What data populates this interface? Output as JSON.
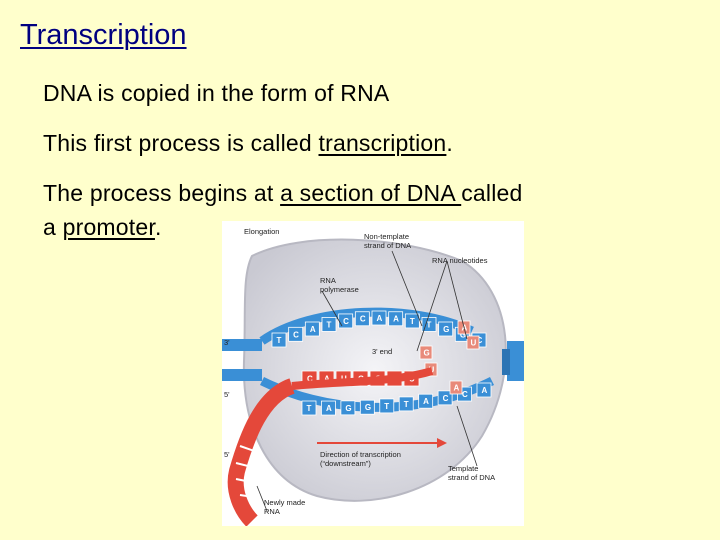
{
  "slide": {
    "title": "Transcription",
    "line1": "DNA is copied in the form of RNA",
    "line2_pre": "This first process is called ",
    "line2_u": "transcription",
    "line2_post": ".",
    "line3_pre": "The process begins at ",
    "line3_u": "a section of DNA ",
    "line3_post": "called",
    "line4_pre": "a ",
    "line4_u": "promoter",
    "line4_post": "."
  },
  "figure": {
    "heading": "Elongation",
    "non_template_1": "Non-template",
    "non_template_2": "strand of DNA",
    "rna_nucleotides": "RNA nucleotides",
    "rna_polymerase_1": "RNA",
    "rna_polymerase_2": "polymerase",
    "three_prime_end": "3' end",
    "direction_1": "Direction of transcription",
    "direction_2": "(“downstream”)",
    "template_1": "Template",
    "template_2": "strand of DNA",
    "newly_made_1": "Newly made",
    "newly_made_2": "RNA",
    "end_3_top": "3'",
    "end_5_mid": "5'",
    "end_5_bottom": "5'",
    "top_bases": [
      "T",
      "C",
      "A",
      "T",
      "C",
      "C",
      "A",
      "A",
      "T",
      "T",
      "G",
      "G",
      "C"
    ],
    "rna_bases": [
      "C",
      "A",
      "U",
      "C",
      "C",
      "A",
      "U"
    ],
    "bottom_bases": [
      "T",
      "A",
      "G",
      "G",
      "T",
      "T",
      "A",
      "C",
      "C",
      "A"
    ],
    "free_bases": [
      "G",
      "U",
      "A",
      "U",
      "A"
    ],
    "colors": {
      "dna_blue": "#3A8FD6",
      "rna_red": "#E4483A",
      "bubble": "#DCDCE2"
    }
  }
}
